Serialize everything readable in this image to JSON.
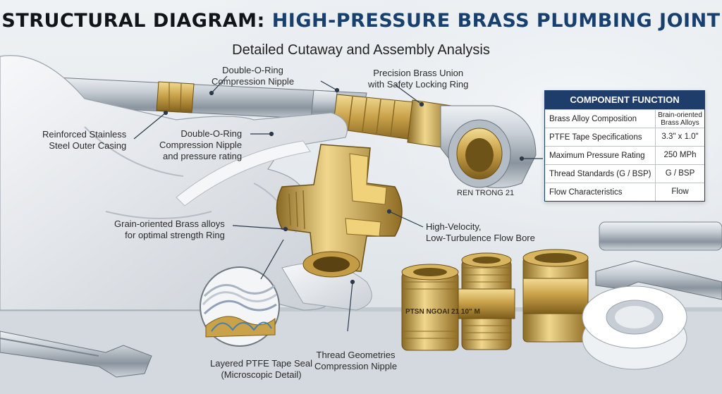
{
  "header": {
    "title_part1": "STRUCTURAL DIAGRAM:",
    "title_part2": "HIGH-PRESSURE BRASS PLUMBING JOINT",
    "subtitle": "Detailed Cutaway and Assembly Analysis"
  },
  "callouts": {
    "top_nipple": [
      "Double-O-Ring",
      "Compression Nipple"
    ],
    "union": [
      "Precision Brass Union",
      "with Safety Locking Ring"
    ],
    "casing": [
      "Reinforced Stainless",
      "Steel Outer Casing"
    ],
    "mid_nipple": [
      "Double-O-Ring",
      "Compression Nipple",
      "and pressure rating"
    ],
    "grain": [
      "Grain-oriented Brass alloys",
      "for optimal strength Ring"
    ],
    "flow": [
      "High-Velocity,",
      "Low-Turbulence Flow Bore"
    ],
    "ptfe": [
      "Layered PTFE Tape Seal",
      "(Microscopic Detail)"
    ],
    "thread": [
      "Thread Geometries",
      "Compression Nipple"
    ],
    "elbow_mark": "REN TRONG 21"
  },
  "fitting_stamp": "PTSN NGOAI 21 10\" M",
  "component_table": {
    "title": "COMPONENT FUNCTION",
    "rows": [
      {
        "name": "Brass Alloy Composition",
        "value": "Brain-oriented Brass Alloys"
      },
      {
        "name": "PTFE Tape Specifications",
        "value": "3.3\" x 1.0\""
      },
      {
        "name": "Maximum Pressure Rating",
        "value": "250 MPh"
      },
      {
        "name": "Thread Standards (G / BSP)",
        "value": "G / BSP"
      },
      {
        "name": "Flow Characteristics",
        "value": "Flow"
      }
    ]
  },
  "colors": {
    "title_dark": "#111418",
    "title_blue": "#17406e",
    "table_header": "#1f3d6b",
    "brass": "#c9a24a",
    "steel": "#b8c2cc"
  }
}
